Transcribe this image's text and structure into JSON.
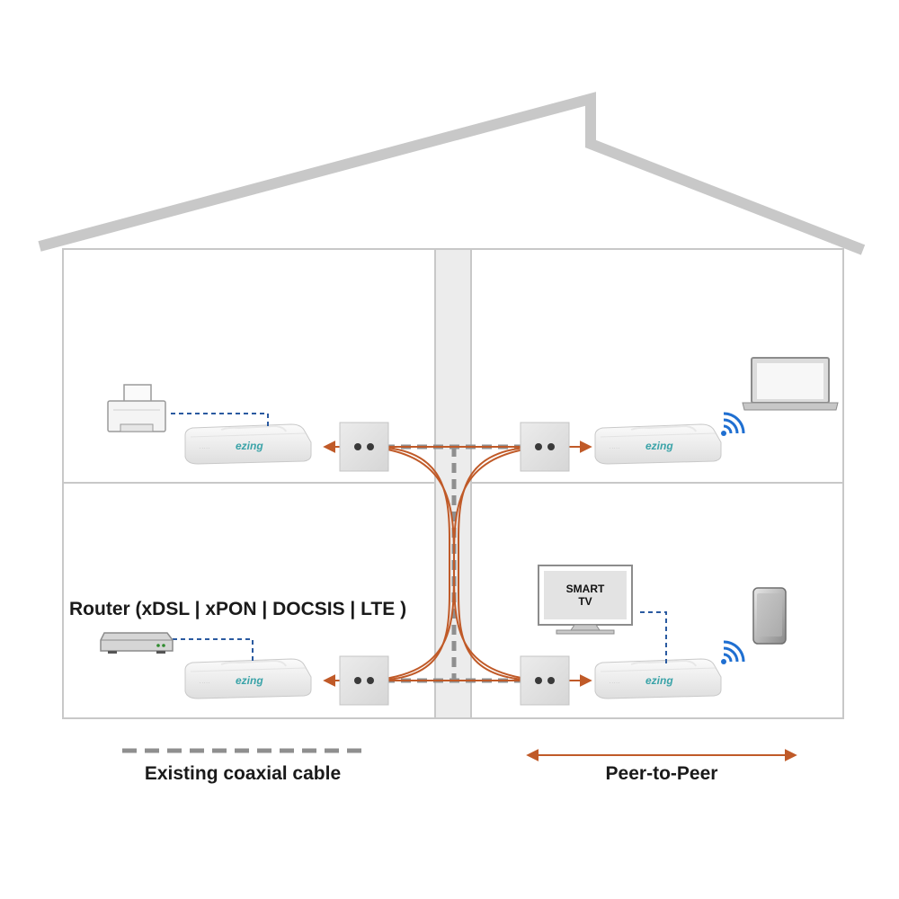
{
  "labels": {
    "router": "Router (xDSL | xPON | DOCSIS | LTE )",
    "smart_tv_line1": "SMART",
    "smart_tv_line2": "TV",
    "legend_coax": "Existing coaxial cable",
    "legend_p2p": "Peer-to-Peer",
    "adapter_brand": "ezing"
  },
  "colors": {
    "wall": "#c8c8c8",
    "shaft": "#ececec",
    "coax": "#8f8f8f",
    "p2p": "#c05a28",
    "wifi": "#1f6fd1",
    "wire": "#2a5aa0",
    "adapter_accent": "#3aa3a8"
  },
  "icons": {
    "printer": "printer-icon",
    "laptop": "laptop-icon",
    "router": "router-icon",
    "tv": "tv-icon",
    "phone": "smartphone-icon",
    "wifi": "wifi-icon",
    "wall_outlet": "wall-outlet-icon",
    "adapter": "coax-adapter-icon"
  }
}
